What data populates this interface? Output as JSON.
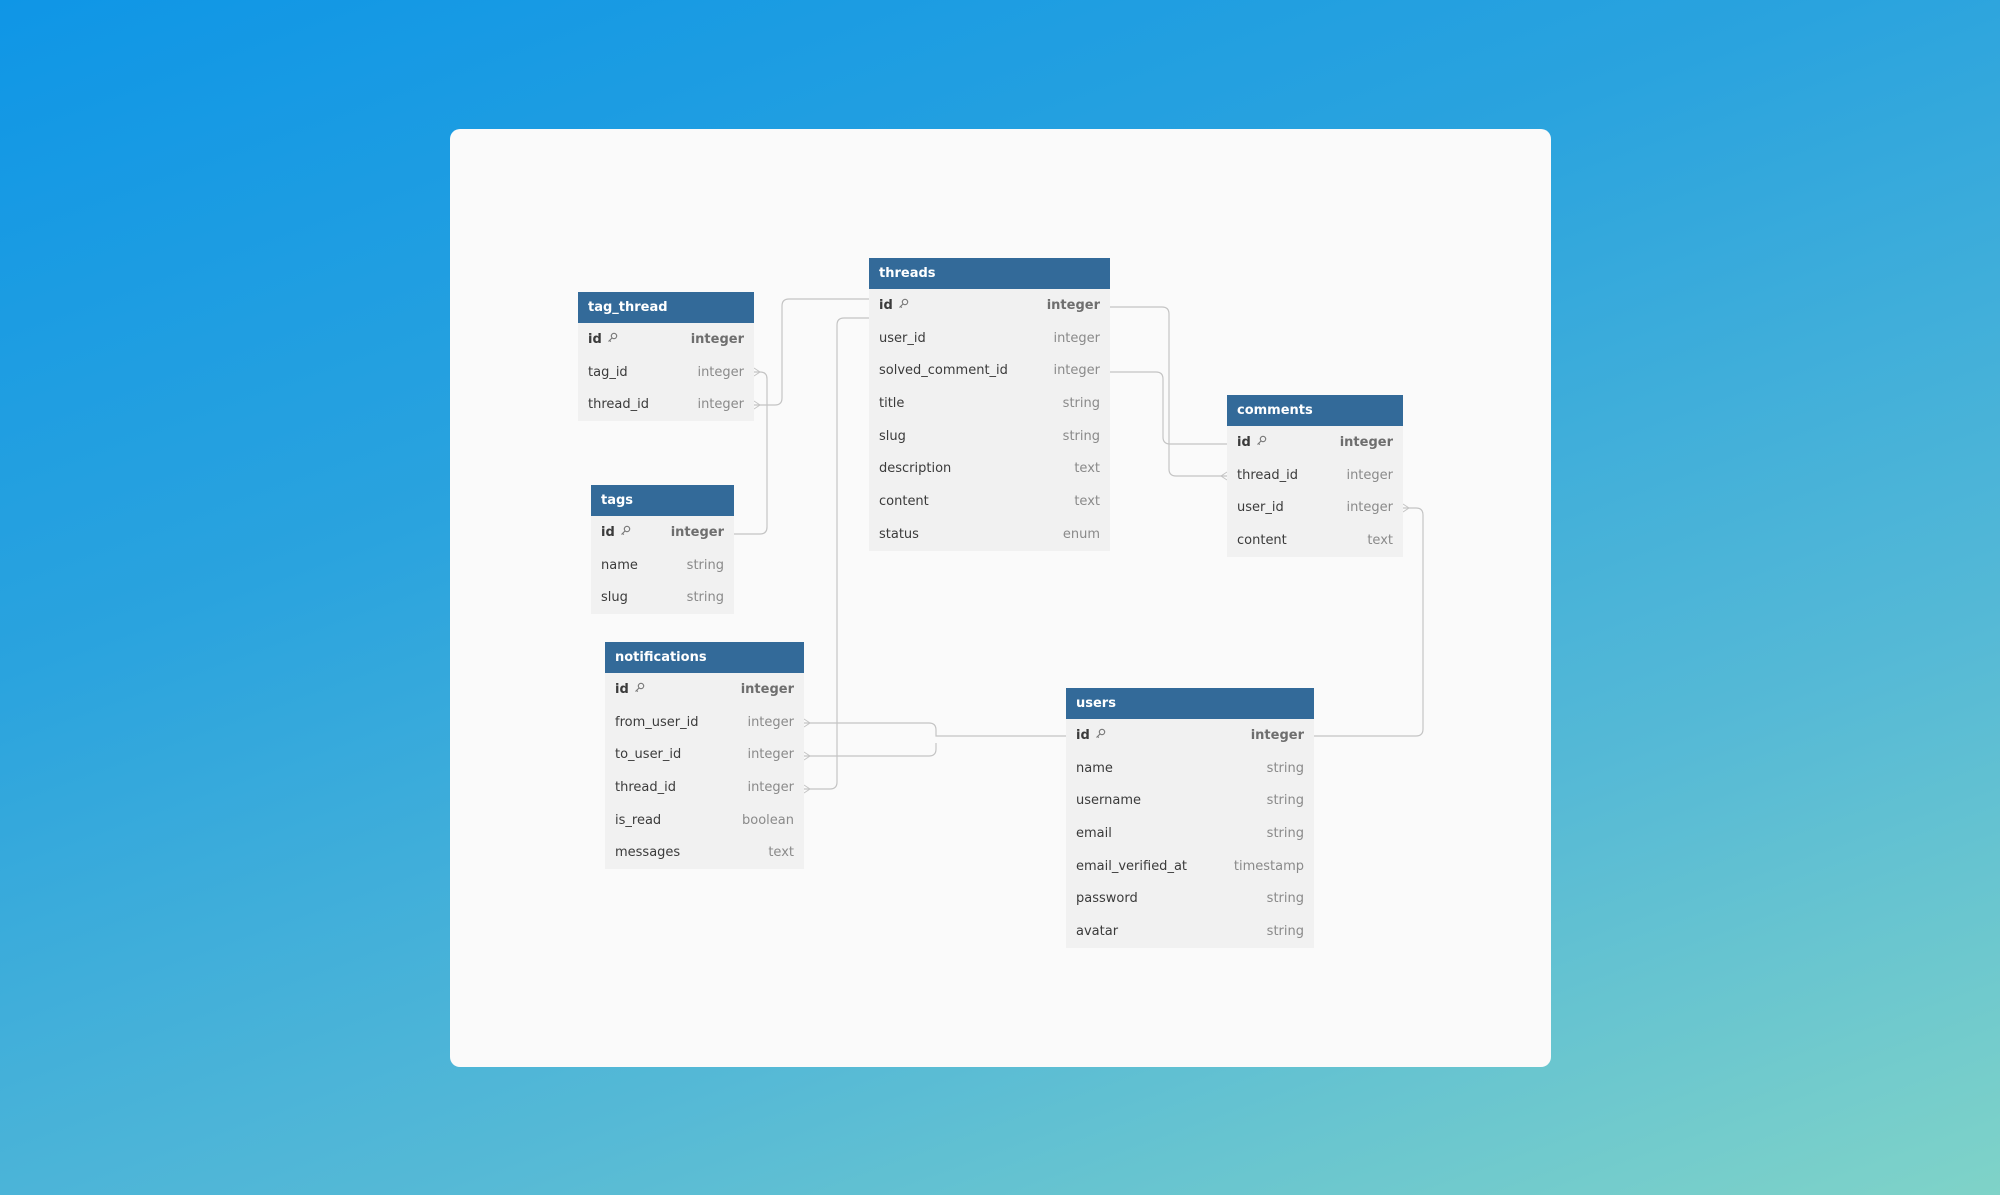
{
  "tables": {
    "tag_thread": {
      "name": "tag_thread",
      "columns": [
        {
          "name": "id",
          "type": "integer",
          "pk": true
        },
        {
          "name": "tag_id",
          "type": "integer"
        },
        {
          "name": "thread_id",
          "type": "integer"
        }
      ]
    },
    "tags": {
      "name": "tags",
      "columns": [
        {
          "name": "id",
          "type": "integer",
          "pk": true
        },
        {
          "name": "name",
          "type": "string"
        },
        {
          "name": "slug",
          "type": "string"
        }
      ]
    },
    "threads": {
      "name": "threads",
      "columns": [
        {
          "name": "id",
          "type": "integer",
          "pk": true
        },
        {
          "name": "user_id",
          "type": "integer"
        },
        {
          "name": "solved_comment_id",
          "type": "integer"
        },
        {
          "name": "title",
          "type": "string"
        },
        {
          "name": "slug",
          "type": "string"
        },
        {
          "name": "description",
          "type": "text"
        },
        {
          "name": "content",
          "type": "text"
        },
        {
          "name": "status",
          "type": "enum"
        }
      ]
    },
    "comments": {
      "name": "comments",
      "columns": [
        {
          "name": "id",
          "type": "integer",
          "pk": true
        },
        {
          "name": "thread_id",
          "type": "integer"
        },
        {
          "name": "user_id",
          "type": "integer"
        },
        {
          "name": "content",
          "type": "text"
        }
      ]
    },
    "notifications": {
      "name": "notifications",
      "columns": [
        {
          "name": "id",
          "type": "integer",
          "pk": true
        },
        {
          "name": "from_user_id",
          "type": "integer"
        },
        {
          "name": "to_user_id",
          "type": "integer"
        },
        {
          "name": "thread_id",
          "type": "integer"
        },
        {
          "name": "is_read",
          "type": "boolean"
        },
        {
          "name": "messages",
          "type": "text"
        }
      ]
    },
    "users": {
      "name": "users",
      "columns": [
        {
          "name": "id",
          "type": "integer",
          "pk": true
        },
        {
          "name": "name",
          "type": "string"
        },
        {
          "name": "username",
          "type": "string"
        },
        {
          "name": "email",
          "type": "string"
        },
        {
          "name": "email_verified_at",
          "type": "timestamp"
        },
        {
          "name": "password",
          "type": "string"
        },
        {
          "name": "avatar",
          "type": "string"
        }
      ]
    }
  },
  "relations": [
    {
      "from": "tag_thread.thread_id",
      "to": "threads.id"
    },
    {
      "from": "tag_thread.tag_id",
      "to": "tags.id"
    },
    {
      "from": "threads.id",
      "to": "comments.thread_id"
    },
    {
      "from": "threads.solved_comment_id",
      "to": "comments.id"
    },
    {
      "from": "notifications.thread_id",
      "to": "threads.id"
    },
    {
      "from": "notifications.from_user_id",
      "to": "users.id"
    },
    {
      "from": "notifications.to_user_id",
      "to": "users.id"
    },
    {
      "from": "comments.user_id",
      "to": "users.id"
    }
  ],
  "colors": {
    "header": "#336a99",
    "body": "#f1f1f1",
    "canvas": "#fafafa",
    "line": "#c4c4c4"
  },
  "icons": {
    "primary_key": "key-icon"
  }
}
